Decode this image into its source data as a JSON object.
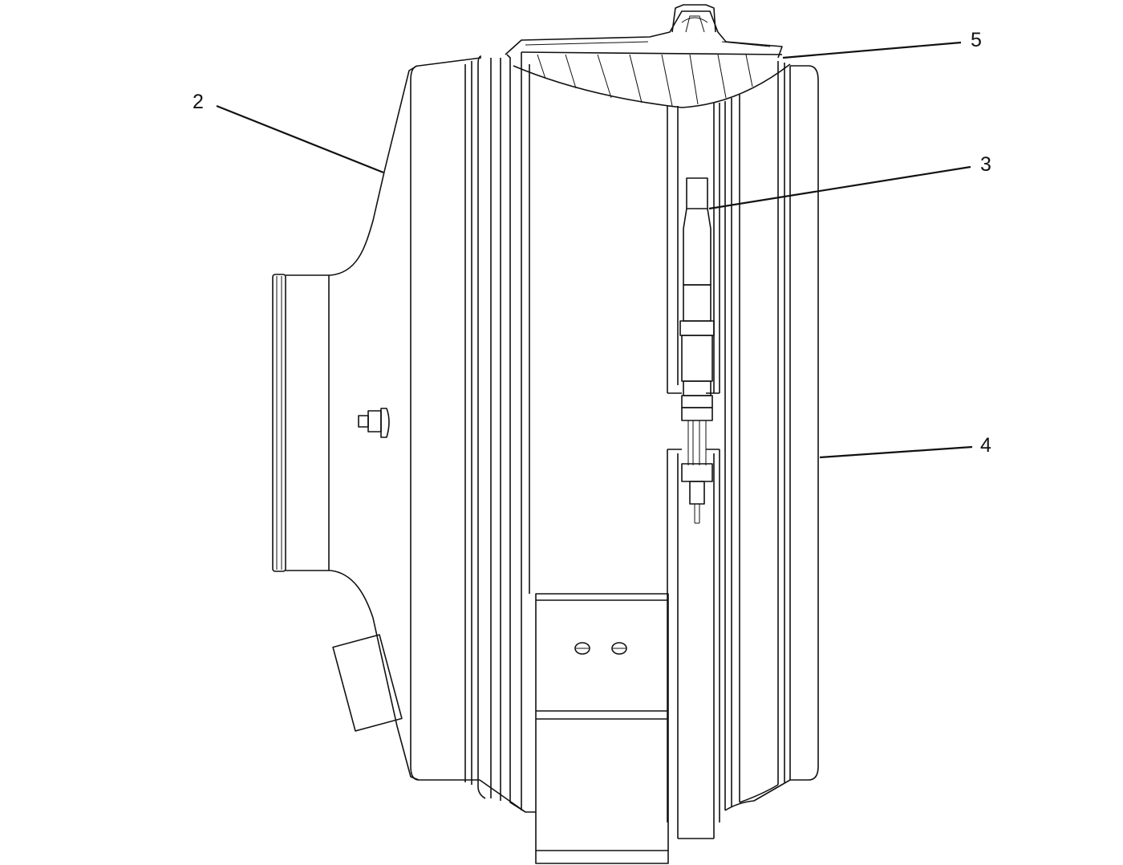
{
  "diagram": {
    "callouts": [
      {
        "id": "2",
        "label": "2"
      },
      {
        "id": "3",
        "label": "3"
      },
      {
        "id": "4",
        "label": "4"
      },
      {
        "id": "5",
        "label": "5"
      }
    ]
  }
}
